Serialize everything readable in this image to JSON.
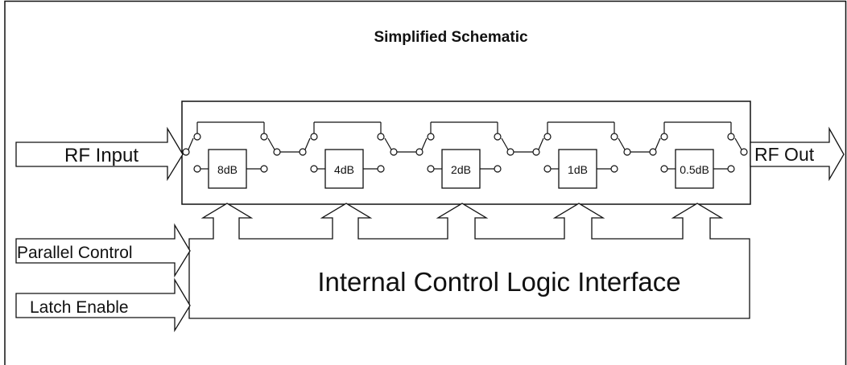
{
  "title": "Simplified Schematic",
  "input_label": "RF Input",
  "output_label": "RF Out",
  "logic_label": "Internal Control Logic Interface",
  "control_inputs": [
    "Parallel Control",
    "Latch Enable"
  ],
  "stages": [
    "8dB",
    "4dB",
    "2dB",
    "1dB",
    "0.5dB"
  ],
  "colors": {
    "line": "#111111",
    "background": "#ffffff"
  }
}
